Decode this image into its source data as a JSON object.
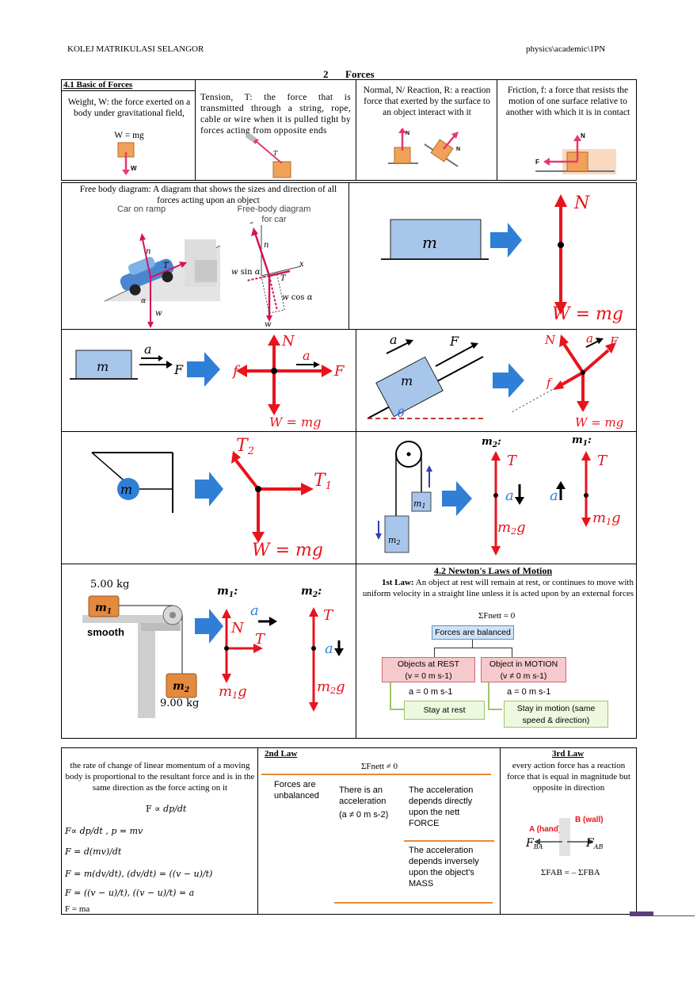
{
  "header": {
    "left": "KOLEJ MATRIKULASI SELANGOR",
    "right": "physics\\academic\\1PN"
  },
  "chapter": {
    "number": "2",
    "title": "Forces"
  },
  "basic": {
    "heading": "4.1 Basic of Forces",
    "weight": "Weight, W: the force exerted on a body under gravitational field,",
    "weight_formula": "W = mg",
    "tension": "Tension, T: the force that is transmitted through a string, rope, cable or wire when it is pulled tight by forces acting from opposite ends",
    "normal": "Normal, N/ Reaction, R: a reaction force that exerted by the surface to an object interact with it",
    "friction": "Friction, f: a force that resists the motion of one surface relative to another with which it is in contact"
  },
  "fbd": {
    "definition": "Free body diagram: A diagram that shows  the sizes and direction of all forces acting upon an object",
    "car_caption": "Car on ramp",
    "fbd_caption": "Free-body diagram for car"
  },
  "newton": {
    "heading": "4.2 Newton's Laws of Motion",
    "first_label": "1st Law:",
    "first_text": "An object at rest will remain at rest, or continues to move with uniform velocity  in a straight line unless it is acted upon by an external forces",
    "sum_zero": "ΣFnett = 0",
    "balanced": "Forces are balanced",
    "rest": "Objects at REST",
    "rest_v": "(v = 0 m s-1)",
    "motion": "Object in MOTION",
    "motion_v": "(v ≠ 0 m s-1)",
    "a_rest": "a = 0 m s-1",
    "a_motion": "a = 0 m s-1",
    "stay_rest": "Stay at rest",
    "stay_motion": "Stay in motion (same speed & direction)"
  },
  "pulley_table": {
    "mass1": "5.00 kg",
    "mass2": "9.00 kg",
    "smooth": "smooth",
    "m1_label": "m1:",
    "m2_label": "m2:"
  },
  "second": {
    "heading": "2nd Law",
    "definition": "the rate of change of linear momentum of a moving body is proportional to the resultant force and is in the same direction as the force acting on it",
    "sum": "ΣFnett ≠ 0",
    "unbalanced": "Forces are unbalanced",
    "accel": "There is an acceleration",
    "accel_val": "(a ≠ 0 m s-2)",
    "direct": "The acceleration depends directly upon the nett FORCE",
    "inverse": "The acceleration depends inversely upon the object's MASS",
    "final": "F = ma"
  },
  "third": {
    "heading": "3rd Law",
    "definition": "every action force has a reaction force that is equal in magnitude but opposite in direction",
    "hand": "A (hand)",
    "wall": "B (wall)",
    "formula": "ΣFAB = – ΣFBA"
  },
  "colors": {
    "arrow": "#e8131b",
    "block_blue": "#a7c6ea",
    "block_orange": "#f0a25a",
    "big_arrow": "#2f7fd6",
    "pink": "#e43a6a"
  }
}
